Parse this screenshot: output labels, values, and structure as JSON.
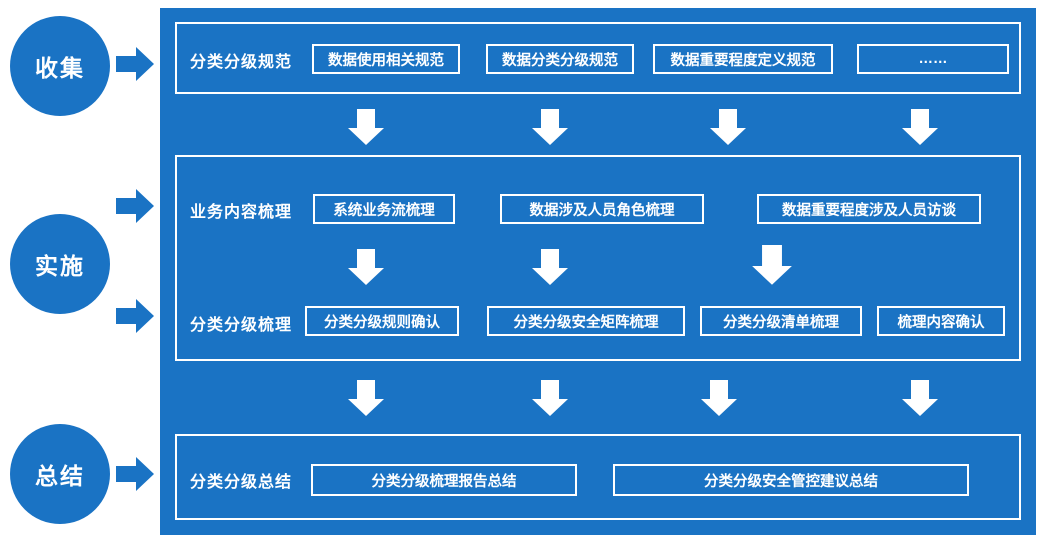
{
  "theme": {
    "brand_blue": "#1a73c4",
    "panel_blue": "#1a73c4",
    "outline_white": "#ffffff",
    "page_background": "#ffffff"
  },
  "stages": [
    {
      "label": "收集"
    },
    {
      "label": "实施"
    },
    {
      "label": "总结"
    }
  ],
  "rows": [
    {
      "label": "分类分级规范",
      "items": [
        {
          "text": "数据使用相关规范"
        },
        {
          "text": "数据分类分级规范"
        },
        {
          "text": "数据重要程度定义规范"
        },
        {
          "text": "……"
        }
      ]
    },
    {
      "label": "业务内容梳理",
      "items": [
        {
          "text": "系统业务流梳理"
        },
        {
          "text": "数据涉及人员角色梳理"
        },
        {
          "text": "数据重要程度涉及人员访谈"
        }
      ]
    },
    {
      "label": "分类分级梳理",
      "items": [
        {
          "text": "分类分级规则确认"
        },
        {
          "text": "分类分级安全矩阵梳理"
        },
        {
          "text": "分类分级清单梳理"
        },
        {
          "text": "梳理内容确认"
        }
      ]
    },
    {
      "label": "分类分级总结",
      "items": [
        {
          "text": "分类分级梳理报告总结"
        },
        {
          "text": "分类分级安全管控建议总结"
        }
      ]
    }
  ],
  "connectors": {
    "arrow_glyph": "down-arrow-icon",
    "stage_arrow_glyph": "right-arrow-icon"
  }
}
